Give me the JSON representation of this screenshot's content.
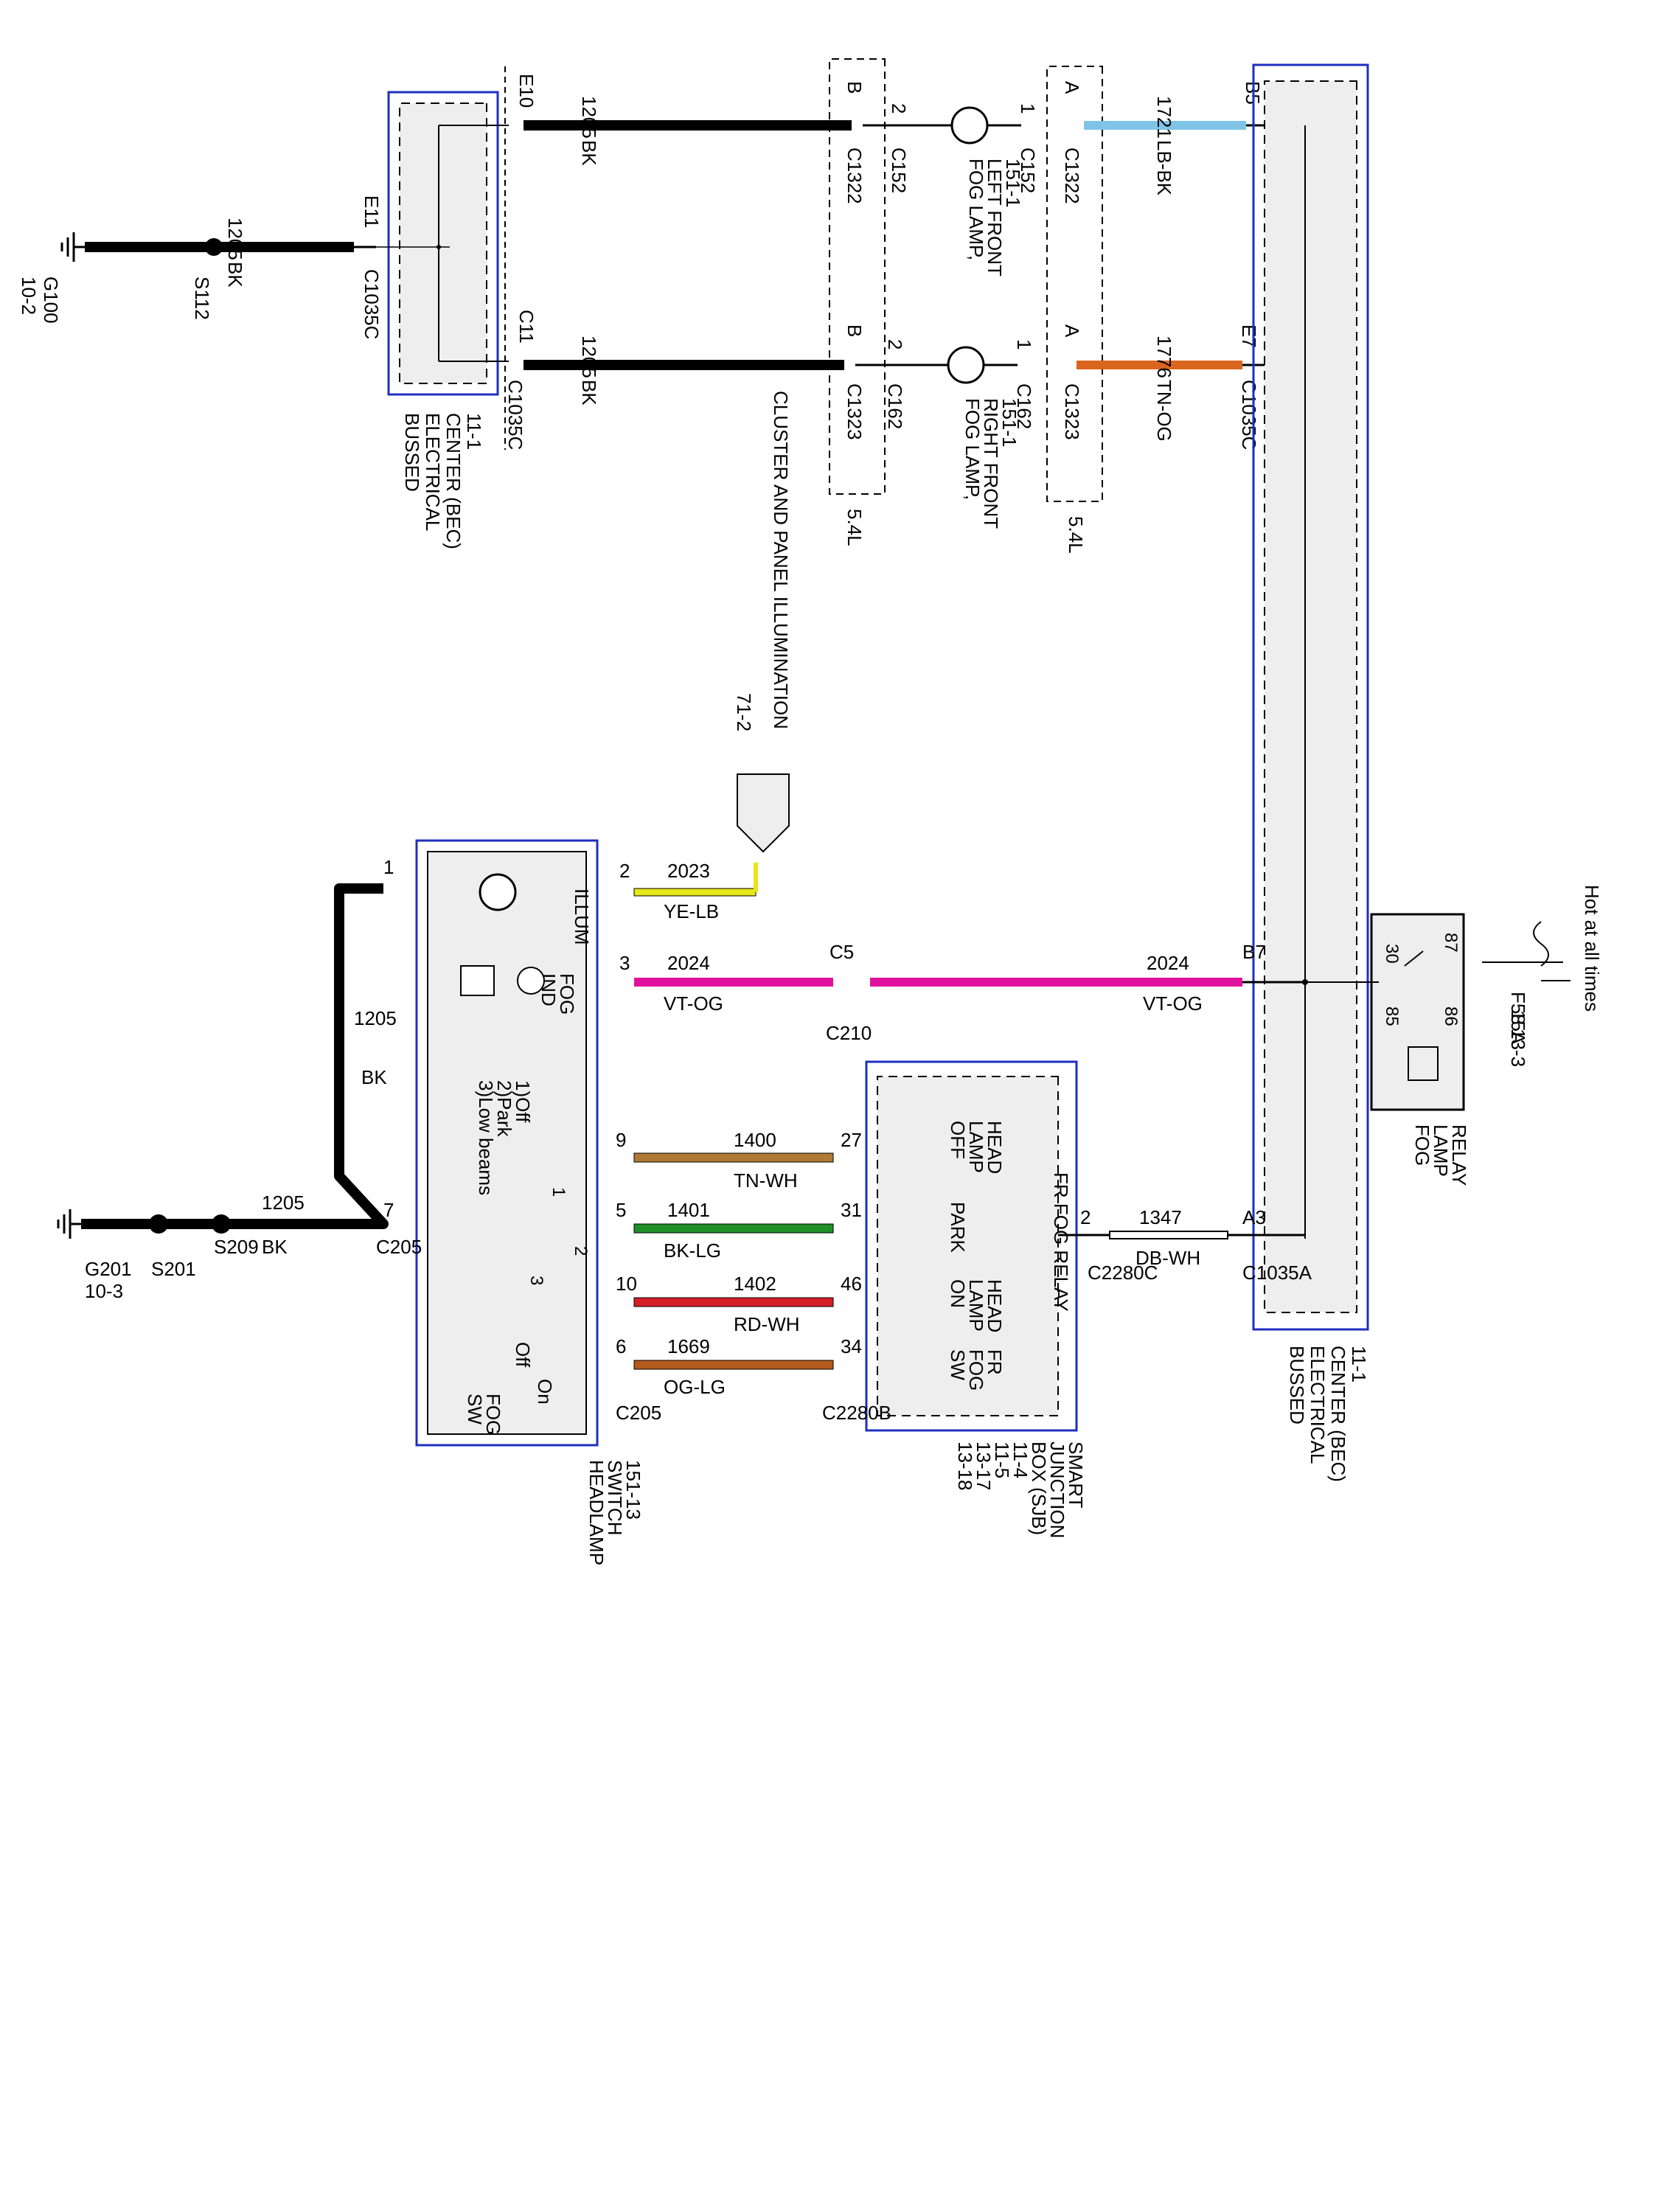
{
  "hot_note": "Hot at all times",
  "components": {
    "bec_left": {
      "lines": [
        "BUSSED",
        "ELECTRICAL",
        "CENTER (BEC)",
        "11-1"
      ]
    },
    "bec_right": {
      "lines": [
        "BUSSED",
        "ELECTRICAL",
        "CENTER (BEC)",
        "11-1"
      ]
    },
    "fuse": {
      "lines": [
        "F58",
        "15A",
        "13-3"
      ]
    },
    "relay": {
      "lines": [
        "FOG",
        "LAMP",
        "RELAY"
      ],
      "pins": [
        "87",
        "30",
        "85",
        "86"
      ]
    },
    "fog_left": {
      "lines": [
        "FOG LAMP,",
        "LEFT FRONT",
        "151-1"
      ]
    },
    "fog_right": {
      "lines": [
        "FOG LAMP,",
        "RIGHT FRONT",
        "151-1"
      ]
    },
    "cluster": {
      "lines": [
        "CLUSTER AND PANEL ILLUMINATION",
        "71-2"
      ]
    },
    "sjb": {
      "lines": [
        "SMART",
        "JUNCTION",
        "BOX (SJB)",
        "11-4",
        "11-5",
        "13-17",
        "13-18"
      ],
      "inner_title": "FR FOG RELAY",
      "inputs": [
        {
          "lines": [
            "HEAD",
            "LAMP",
            "OFF"
          ]
        },
        {
          "lines": [
            "PARK"
          ]
        },
        {
          "lines": [
            "HEAD",
            "LAMP",
            "ON"
          ]
        },
        {
          "lines": [
            "FR",
            "FOG",
            "SW"
          ]
        }
      ]
    },
    "headlamp_switch": {
      "lines": [
        "HEADLAMP",
        "SWITCH",
        "151-13"
      ],
      "illum": "ILLUM",
      "fog_ind": [
        "FOG",
        "IND"
      ],
      "positions": [
        "1)Off",
        "2)Park",
        "3)Low beams"
      ],
      "pos_nums": [
        "1",
        "2",
        "3"
      ],
      "fog_sw": [
        "FOG",
        "SW"
      ],
      "fog_states": [
        "Off",
        "On"
      ]
    }
  },
  "grounds": [
    {
      "id": "G100",
      "ref": "10-2",
      "splice": "S112"
    },
    {
      "id": "G201",
      "ref": "10-3",
      "splices": [
        "S201",
        "S209"
      ]
    }
  ],
  "wires_top": [
    {
      "circuit": "1205",
      "color": "BK",
      "hex": "#000000",
      "from_pin": "E10",
      "to_pin": "B",
      "connector": "C1322"
    },
    {
      "circuit": "1205",
      "color": "BK",
      "hex": "#000000",
      "from_pin": "C11",
      "from_conn": "C1035C",
      "to_pin": "B",
      "connector": "C1323"
    },
    {
      "circuit": "1721",
      "color": "LB-BK",
      "hex": "#7fc4e6",
      "from_pin": "A",
      "connector": "C1322",
      "to_pin": "B5"
    },
    {
      "circuit": "1776",
      "color": "TN-OG",
      "hex": "#d9651e",
      "from_pin": "A",
      "connector": "C1323",
      "to_pin": "E7",
      "to_conn": "C1035C"
    },
    {
      "circuit": "1205",
      "color": "BK",
      "hex": "#000000",
      "from_pin": "E11",
      "from_conn": "C1035C"
    }
  ],
  "fog_pins": {
    "left": {
      "pin2": "2",
      "pin1": "1",
      "conn": "C152"
    },
    "right": {
      "pin2": "2",
      "pin1": "1",
      "conn": "C162"
    },
    "engine_note": "5.4L"
  },
  "wires_bottom": [
    {
      "circuit": "2023",
      "color": "YE-LB",
      "hex": "#e6e619",
      "sw_pin": "2"
    },
    {
      "circuit": "2024",
      "color": "VT-OG",
      "hex": "#e0119c",
      "sw_pin": "3",
      "inline_pin": "C5",
      "inline_conn": "C210",
      "to_pin": "B7"
    },
    {
      "circuit": "1400",
      "color": "TN-WH",
      "hex": "#b07a36",
      "sw_pin": "9",
      "sjb_pin": "27"
    },
    {
      "circuit": "1401",
      "color": "BK-LG",
      "hex": "#1f8f2a",
      "sw_pin": "5",
      "sjb_pin": "31"
    },
    {
      "circuit": "1402",
      "color": "RD-WH",
      "hex": "#d51f26",
      "sw_pin": "10",
      "sjb_pin": "46"
    },
    {
      "circuit": "1669",
      "color": "OG-LG",
      "hex": "#b35a1c",
      "sw_pin": "6",
      "sjb_pin": "34",
      "sjb_conn": "C2280B"
    },
    {
      "circuit": "1347",
      "color": "DB-WH",
      "hex": "#000000",
      "sjb_pin": "2",
      "sjb_conn": "C2280C",
      "to_pin": "A3",
      "to_conn": "C1035A"
    },
    {
      "circuit": "1205",
      "color": "BK",
      "hex": "#000000",
      "sw_pin": "7",
      "sw_conn": "C205"
    }
  ],
  "switch_pins": {
    "pin1": "1",
    "sw_conn_left": "C205"
  }
}
